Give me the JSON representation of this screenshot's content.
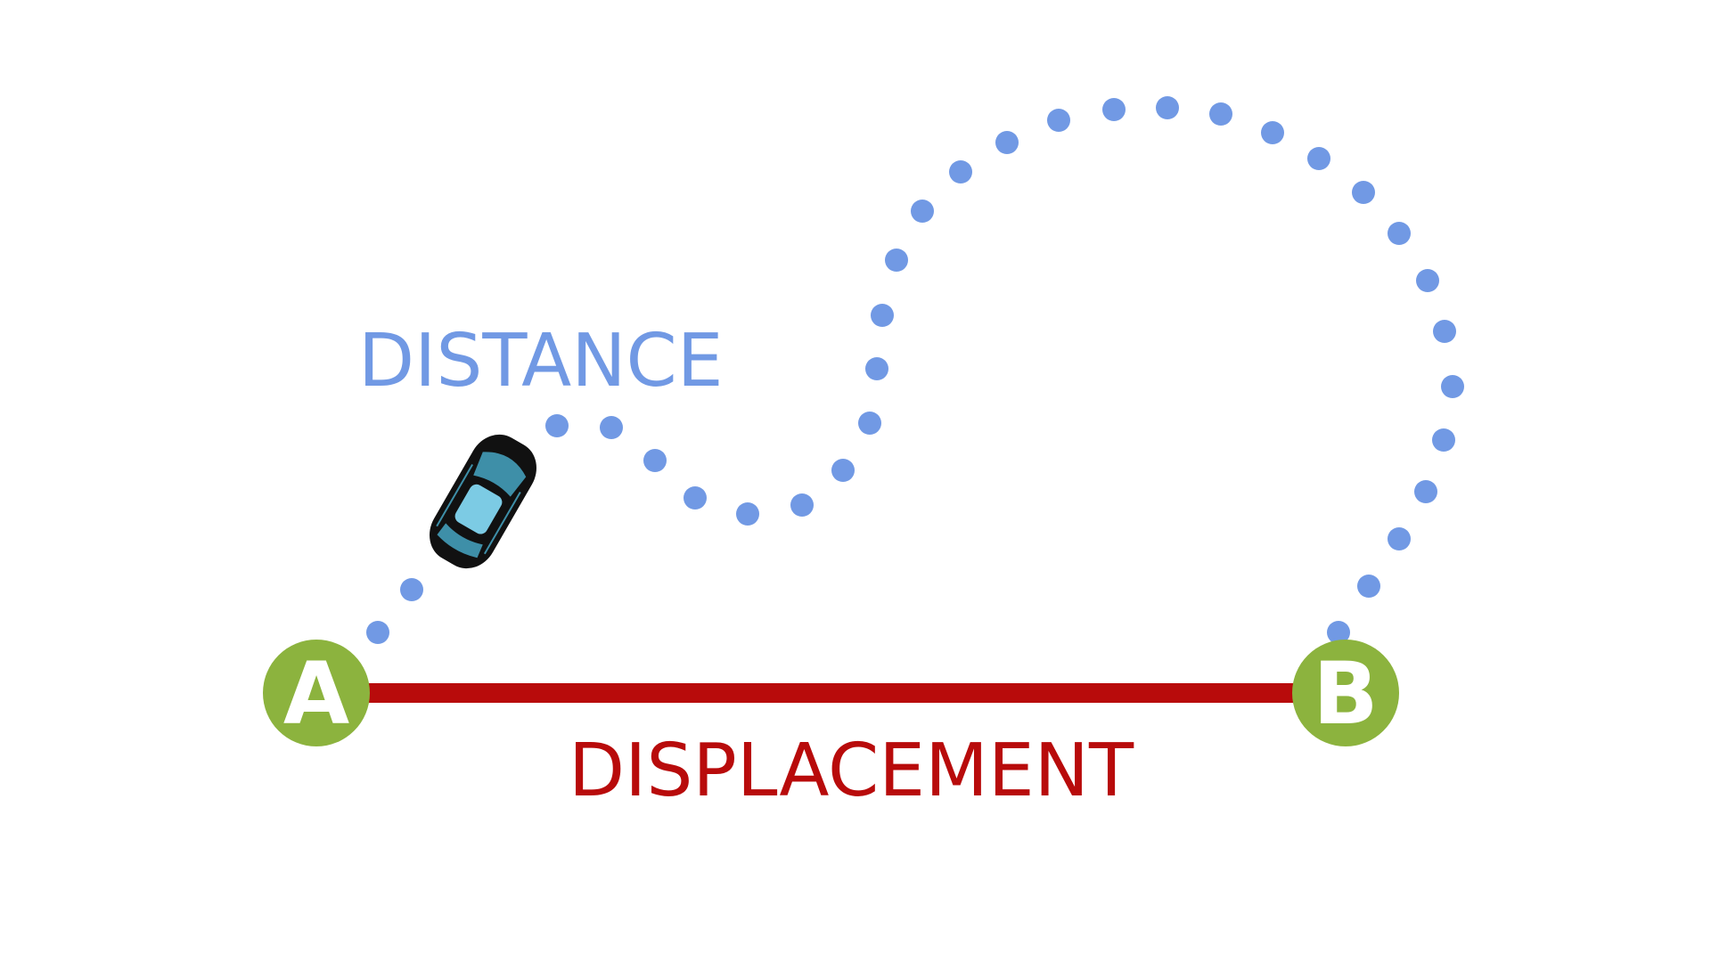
{
  "labels": {
    "distance": "DISTANCE",
    "displacement": "DISPLACEMENT"
  },
  "nodes": {
    "start": "A",
    "end": "B"
  },
  "colors": {
    "distance": "#7199E4",
    "displacement": "#B80B0B",
    "node_fill": "#8CB33E",
    "node_text": "#FFFFFF",
    "background": "#FFFFFF",
    "car_body": "#111111",
    "car_glass": "#3E8FA8",
    "car_glass_light": "#7CCBE4"
  },
  "icons": {
    "vehicle": "car-icon"
  }
}
